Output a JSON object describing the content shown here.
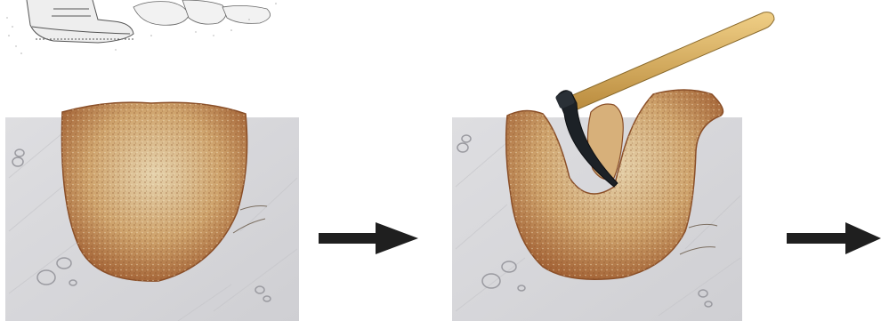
{
  "diagram": {
    "panels": [
      {
        "id": "panel-1",
        "description_name": "soil-pit-panel"
      },
      {
        "id": "panel-2",
        "description_name": "soil-pit-with-pick-panel"
      }
    ],
    "arrows": [
      {
        "id": "arrow-1"
      },
      {
        "id": "arrow-2"
      }
    ]
  },
  "colors": {
    "ground": "#d9d9dc",
    "ground_shadow": "#c4c4c8",
    "soil_light": "#e3cfa7",
    "soil_mid": "#c89a63",
    "soil_dark": "#9b5a2e",
    "arrow": "#1f1f1f",
    "pick_handle": "#e0b868",
    "pick_head": "#1c2126"
  }
}
